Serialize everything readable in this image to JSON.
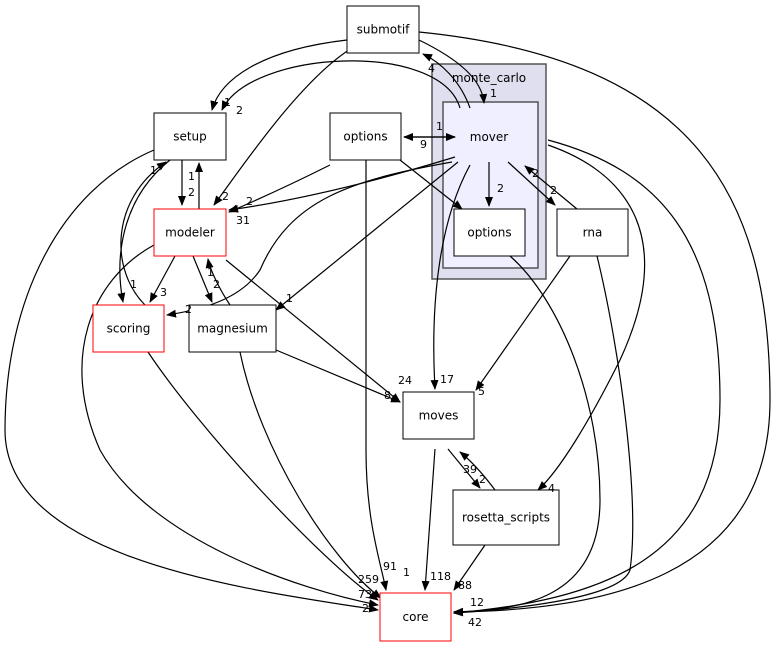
{
  "cluster": {
    "label": "monte_carlo",
    "fill": "#dfdfef",
    "inner_fill": "#efefff"
  },
  "nodes": {
    "submotif": "submotif",
    "setup": "setup",
    "options_top": "options",
    "mover": "mover",
    "options_inner": "options",
    "rna": "rna",
    "modeler": "modeler",
    "scoring": "scoring",
    "magnesium": "magnesium",
    "moves": "moves",
    "rosetta_scripts": "rosetta_scripts",
    "core": "core"
  },
  "colors": {
    "highlight_border": "#ff0000",
    "edge": "#000000"
  },
  "edges": [
    {
      "from": "submotif",
      "to": "setup",
      "label": "2"
    },
    {
      "from": "submotif",
      "to": "modeler",
      "label": "2"
    },
    {
      "from": "submotif",
      "to": "mover",
      "label": "1"
    },
    {
      "from": "mover",
      "to": "submotif",
      "label": "4"
    },
    {
      "from": "mover",
      "to": "setup",
      "label": "1"
    },
    {
      "from": "submotif",
      "to": "core",
      "label": "42"
    },
    {
      "from": "setup",
      "to": "modeler",
      "label": "2"
    },
    {
      "from": "modeler",
      "to": "setup",
      "label": "1"
    },
    {
      "from": "setup",
      "to": "scoring",
      "label": "1"
    },
    {
      "from": "scoring",
      "to": "setup",
      "label": "1"
    },
    {
      "from": "setup",
      "to": "core",
      "label": "2"
    },
    {
      "from": "options",
      "to": "modeler",
      "label": "31"
    },
    {
      "from": "options",
      "to": "core",
      "label": "1"
    },
    {
      "from": "options",
      "to": "monte_carlo/options",
      "label": ""
    },
    {
      "from": "options",
      "to": "mover",
      "label": "1"
    },
    {
      "from": "mover",
      "to": "options",
      "label": "9"
    },
    {
      "from": "mover",
      "to": "modeler",
      "label": "2"
    },
    {
      "from": "mover",
      "to": "scoring",
      "label": "2"
    },
    {
      "from": "mover",
      "to": "magnesium",
      "label": "1"
    },
    {
      "from": "mover",
      "to": "moves",
      "label": "17"
    },
    {
      "from": "mover",
      "to": "monte_carlo/options",
      "label": "2"
    },
    {
      "from": "mover",
      "to": "rna",
      "label": "2"
    },
    {
      "from": "rna",
      "to": "mover",
      "label": "2"
    },
    {
      "from": "mover",
      "to": "rosetta_scripts",
      "label": "4"
    },
    {
      "from": "mover",
      "to": "core",
      "label": "12"
    },
    {
      "from": "monte_carlo/options",
      "to": "core",
      "label": ""
    },
    {
      "from": "rna",
      "to": "moves",
      "label": "5"
    },
    {
      "from": "rna",
      "to": "core",
      "label": ""
    },
    {
      "from": "modeler",
      "to": "scoring",
      "label": "3"
    },
    {
      "from": "modeler",
      "to": "magnesium",
      "label": "2"
    },
    {
      "from": "magnesium",
      "to": "modeler",
      "label": "1"
    },
    {
      "from": "modeler",
      "to": "moves",
      "label": "24"
    },
    {
      "from": "modeler",
      "to": "core",
      "label": "73"
    },
    {
      "from": "scoring",
      "to": "core",
      "label": "259"
    },
    {
      "from": "magnesium",
      "to": "core",
      "label": "91"
    },
    {
      "from": "magnesium",
      "to": "moves",
      "label": "8"
    },
    {
      "from": "moves",
      "to": "core",
      "label": "118"
    },
    {
      "from": "moves",
      "to": "rosetta_scripts",
      "label": "39"
    },
    {
      "from": "rosetta_scripts",
      "to": "moves",
      "label": "2"
    },
    {
      "from": "rosetta_scripts",
      "to": "core",
      "label": "88"
    }
  ]
}
